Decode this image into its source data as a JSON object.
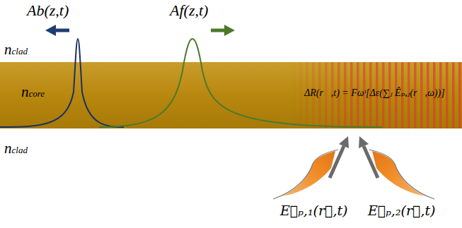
{
  "diagram": {
    "nodes": [
      {
        "text": [
          "ncore",
          "ΔR(r⃗,t) = Fωᵗ[Δε(∑ⱼ Êₚ,ⱼ(r⃗,ω))]"
        ]
      }
    ],
    "labels": [
      "Ab(z,t)",
      "Af(z,t)",
      "nclad",
      "nclad",
      "E⃗ₚ,₁(r⃗,t)",
      "E⃗ₚ,₂(r⃗,t)"
    ]
  }
}
